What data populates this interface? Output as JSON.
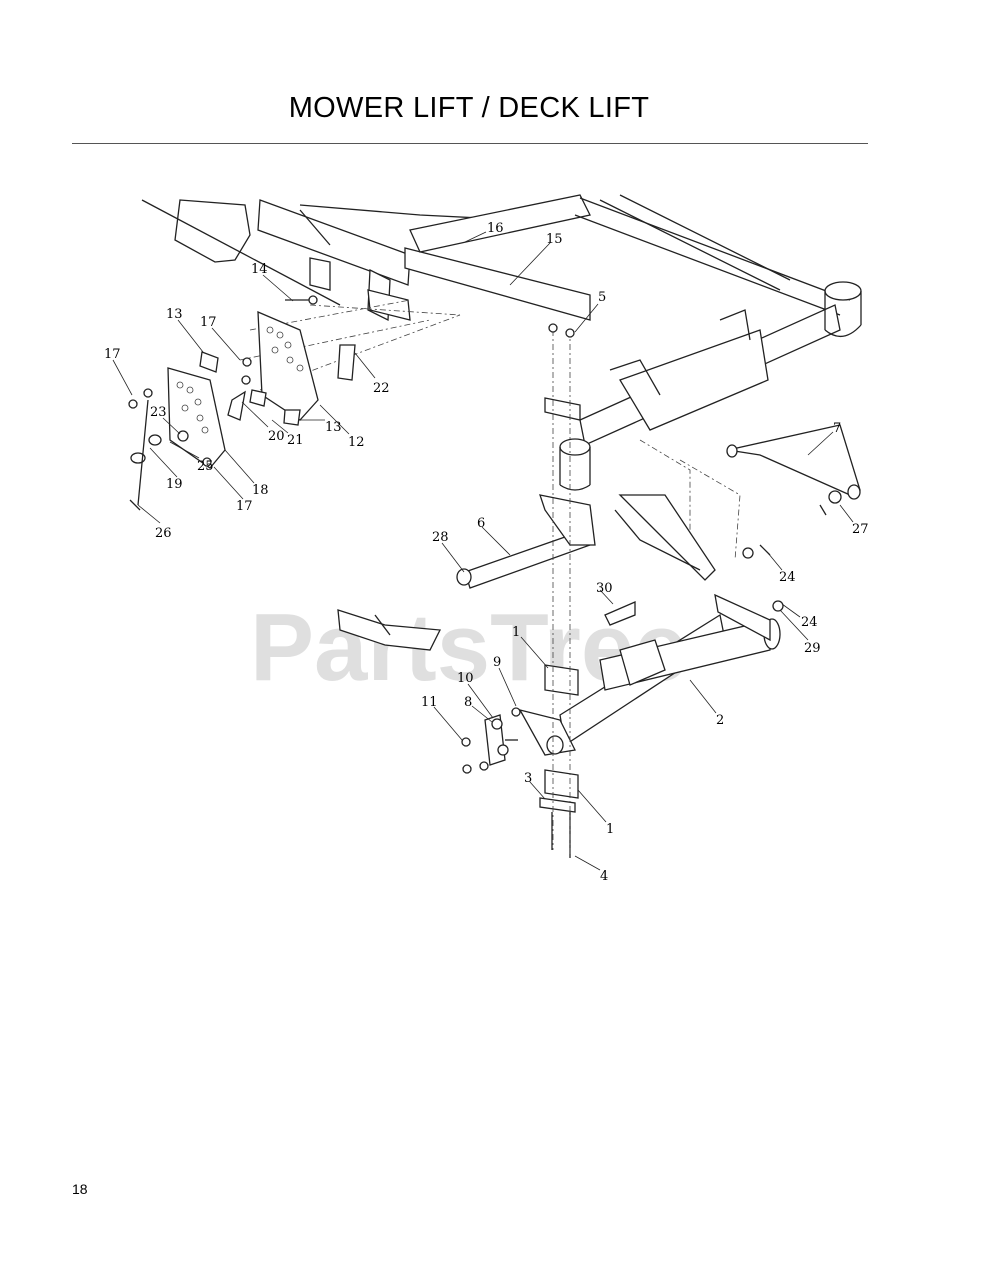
{
  "page": {
    "title": "MOWER LIFT / DECK LIFT",
    "page_number": "18",
    "watermark": "PartsTree"
  },
  "callouts": [
    "16",
    "15",
    "14",
    "5",
    "13",
    "17",
    "17",
    "22",
    "23",
    "12",
    "13",
    "21",
    "20",
    "19",
    "25",
    "17",
    "18",
    "26",
    "7",
    "27",
    "28",
    "6",
    "24",
    "30",
    "24",
    "29",
    "1",
    "9",
    "10",
    "8",
    "11",
    "2",
    "3",
    "1",
    "4"
  ]
}
